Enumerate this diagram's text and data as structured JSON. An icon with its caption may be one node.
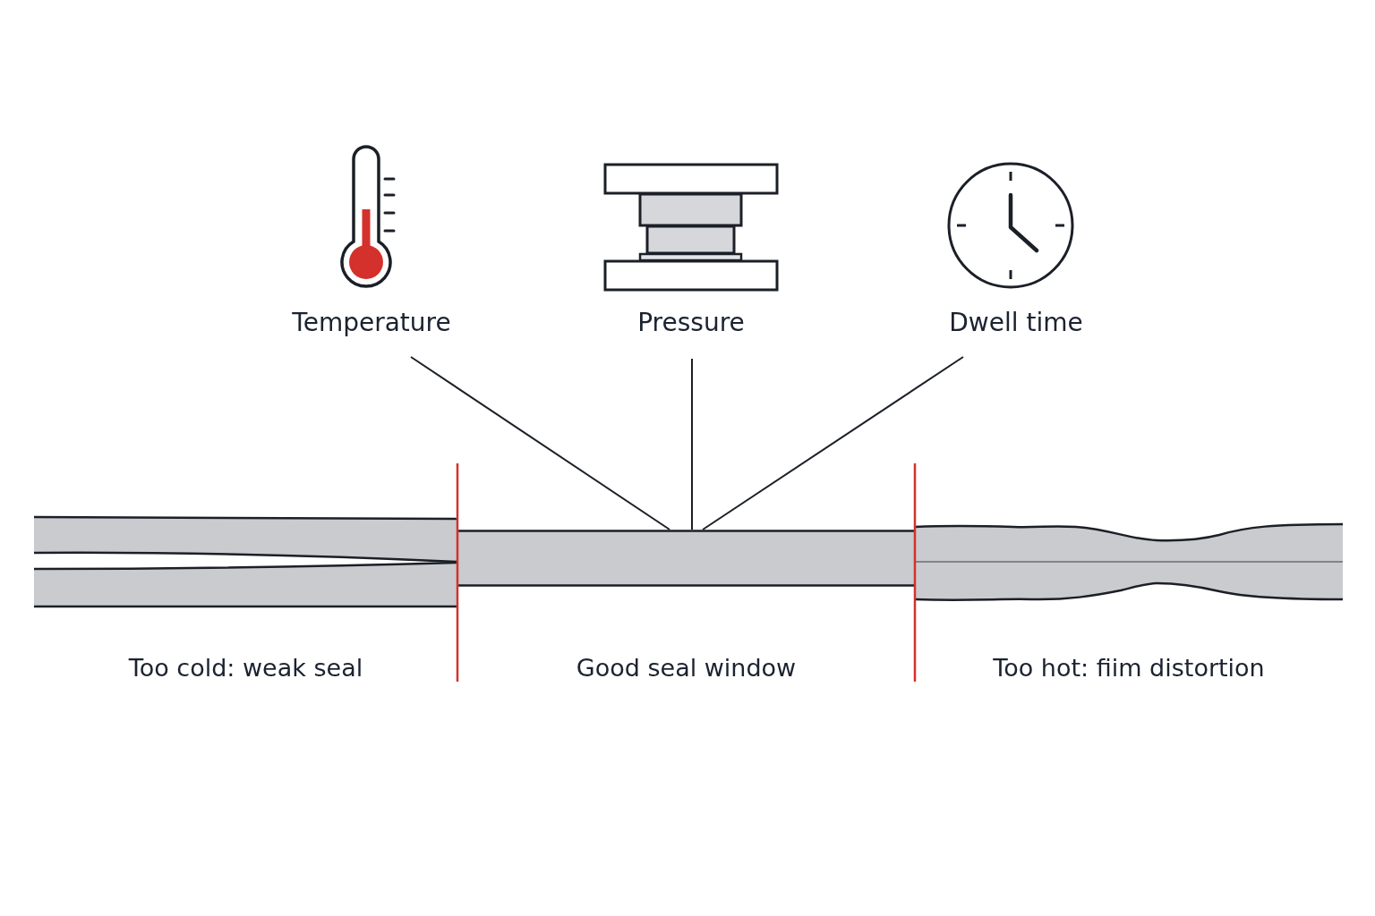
{
  "diagram": {
    "nodes": [
      {
        "text": [
          "Temperature"
        ]
      },
      {
        "text": [
          "Pressure"
        ]
      },
      {
        "text": [
          "Dwell time"
        ]
      },
      {
        "text": [],
        "shape": "bar",
        "beside": [
          "Too cold: weak seal"
        ]
      },
      {
        "text": [],
        "shape": "bar",
        "beside": [
          "Good seal window"
        ]
      },
      {
        "text": [],
        "shape": "bar",
        "beside": [
          "Too hot: fiim distortion"
        ]
      }
    ],
    "edges": [
      {
        "from": 0,
        "to": 4,
        "arrow": "none"
      },
      {
        "from": 1,
        "to": 4,
        "arrow": "none"
      },
      {
        "from": 2,
        "to": 4,
        "arrow": "none"
      }
    ]
  }
}
